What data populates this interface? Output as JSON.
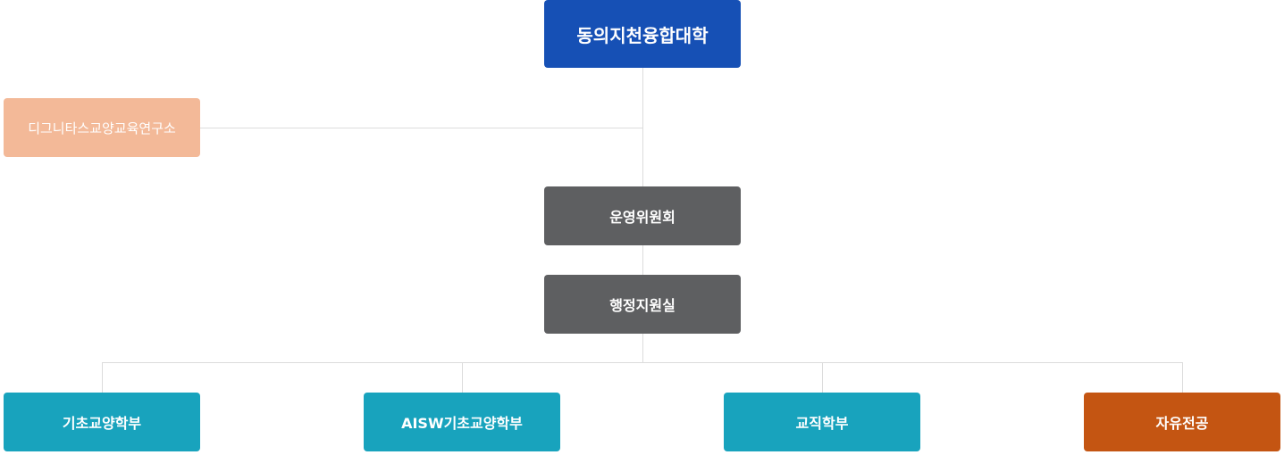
{
  "colors": {
    "primary": "#1650b5",
    "institute": "#f3b998",
    "admin": "#5e5f61",
    "department": "#18a3bd",
    "free_major": "#c45512",
    "connector": "#dcdcdc"
  },
  "org": {
    "top": {
      "label": "동의지천융합대학",
      "color": "#1650b5"
    },
    "institute": {
      "label": "디그니타스교양교육연구소",
      "color": "#f3b998"
    },
    "committee": {
      "label": "운영위원회",
      "color": "#5e5f61"
    },
    "office": {
      "label": "행정지원실",
      "color": "#5e5f61"
    },
    "departments": [
      {
        "label": "기초교양학부",
        "color": "#18a3bd"
      },
      {
        "label": "AISW기초교양학부",
        "color": "#18a3bd"
      },
      {
        "label": "교직학부",
        "color": "#18a3bd"
      },
      {
        "label": "자유전공",
        "color": "#c45512"
      }
    ]
  }
}
